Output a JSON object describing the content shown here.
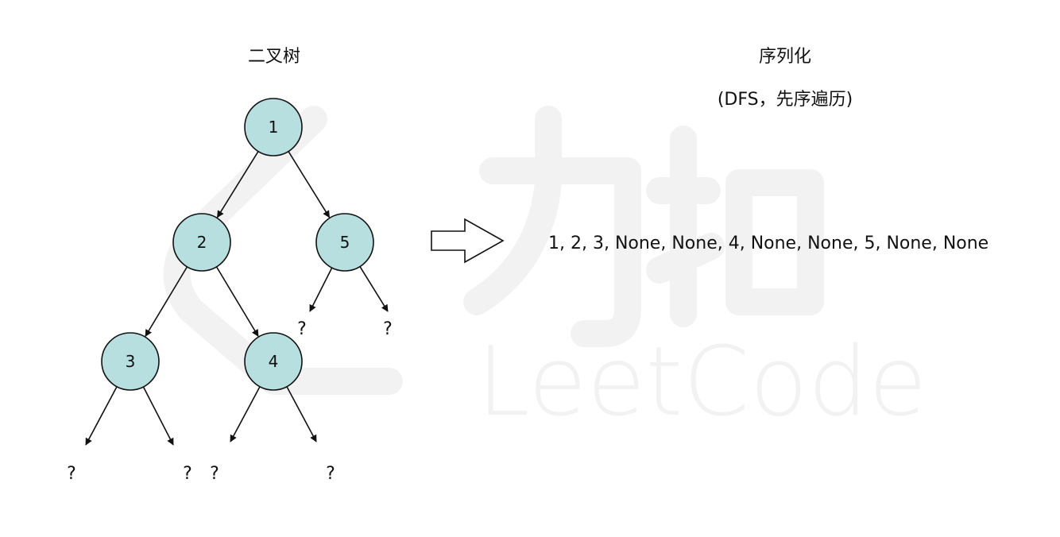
{
  "diagram": {
    "tree_title": "二叉树",
    "serialize_title": "序列化",
    "serialize_subtitle": "(DFS，先序遍历)",
    "sequence": "1, 2, 3, None, None, 4, None, None, 5, None, None",
    "null_marker": "?",
    "watermark": {
      "logo_glyphs": "力扣",
      "brand_text": "LeetCode"
    },
    "colors": {
      "node_fill": "#b7dfe0",
      "stroke": "#111111",
      "watermark": "#f2f2f2"
    },
    "tree": {
      "nodes": [
        {
          "id": "n1",
          "label": "1"
        },
        {
          "id": "n2",
          "label": "2"
        },
        {
          "id": "n5",
          "label": "5"
        },
        {
          "id": "n3",
          "label": "3"
        },
        {
          "id": "n4",
          "label": "4"
        }
      ],
      "edges": [
        {
          "from": "n1",
          "to": "n2"
        },
        {
          "from": "n1",
          "to": "n5"
        },
        {
          "from": "n2",
          "to": "n3"
        },
        {
          "from": "n2",
          "to": "n4"
        }
      ],
      "null_children": [
        {
          "parent": "n5",
          "side": "left"
        },
        {
          "parent": "n5",
          "side": "right"
        },
        {
          "parent": "n3",
          "side": "left"
        },
        {
          "parent": "n3",
          "side": "right"
        },
        {
          "parent": "n4",
          "side": "left"
        },
        {
          "parent": "n4",
          "side": "right"
        }
      ]
    }
  }
}
